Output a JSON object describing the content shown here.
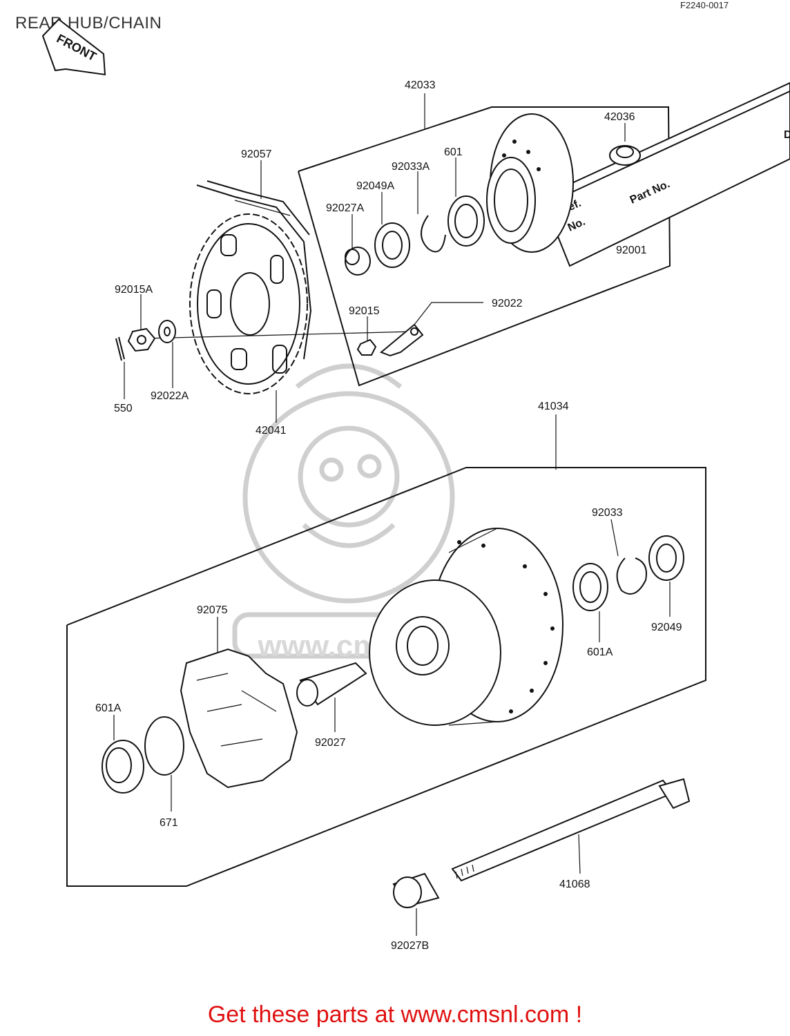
{
  "header": {
    "title": "REAR HUB/CHAIN",
    "figure_code": "F2240-0017",
    "front_arrow_label": "FRONT"
  },
  "table": {
    "ref_header": "Ref.\nNo.",
    "ref_line1": "Ref.",
    "ref_line2": "No.",
    "part_header": "Part No.",
    "partial_entry": "92001",
    "partial_letter": "D"
  },
  "watermark": {
    "text": "www.cmsnl.com",
    "logo": "cmsnl-mascot-logo"
  },
  "callouts": [
    {
      "id": "42033",
      "text": "42033"
    },
    {
      "id": "42036",
      "text": "42036"
    },
    {
      "id": "92057",
      "text": "92057"
    },
    {
      "id": "601",
      "text": "601"
    },
    {
      "id": "92033A",
      "text": "92033A"
    },
    {
      "id": "92049A",
      "text": "92049A"
    },
    {
      "id": "92027A",
      "text": "92027A"
    },
    {
      "id": "92015A",
      "text": "92015A"
    },
    {
      "id": "92015",
      "text": "92015"
    },
    {
      "id": "92022",
      "text": "92022"
    },
    {
      "id": "92022A",
      "text": "92022A"
    },
    {
      "id": "550",
      "text": "550"
    },
    {
      "id": "42041",
      "text": "42041"
    },
    {
      "id": "41034",
      "text": "41034"
    },
    {
      "id": "92033",
      "text": "92033"
    },
    {
      "id": "92049",
      "text": "92049"
    },
    {
      "id": "601A_right",
      "text": "601A"
    },
    {
      "id": "92075",
      "text": "92075"
    },
    {
      "id": "601A_left",
      "text": "601A"
    },
    {
      "id": "92027",
      "text": "92027"
    },
    {
      "id": "671",
      "text": "671"
    },
    {
      "id": "41068",
      "text": "41068"
    },
    {
      "id": "92027B",
      "text": "92027B"
    }
  ],
  "footer": {
    "text": "Get these parts at www.cmsnl.com !"
  },
  "colors": {
    "line": "#111111",
    "watermark": "#cfcfcf",
    "footer": "#e01010"
  }
}
